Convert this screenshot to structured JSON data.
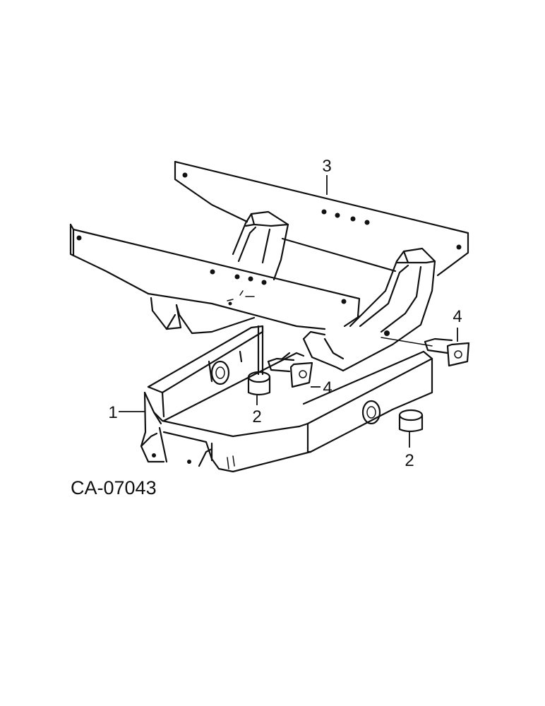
{
  "figure_id": "CA-07043",
  "callouts": {
    "frame": "1",
    "bushing_front": "2",
    "bushing_rear": "2",
    "support_rails": "3",
    "pin_front": "4",
    "pin_rear": "4"
  }
}
